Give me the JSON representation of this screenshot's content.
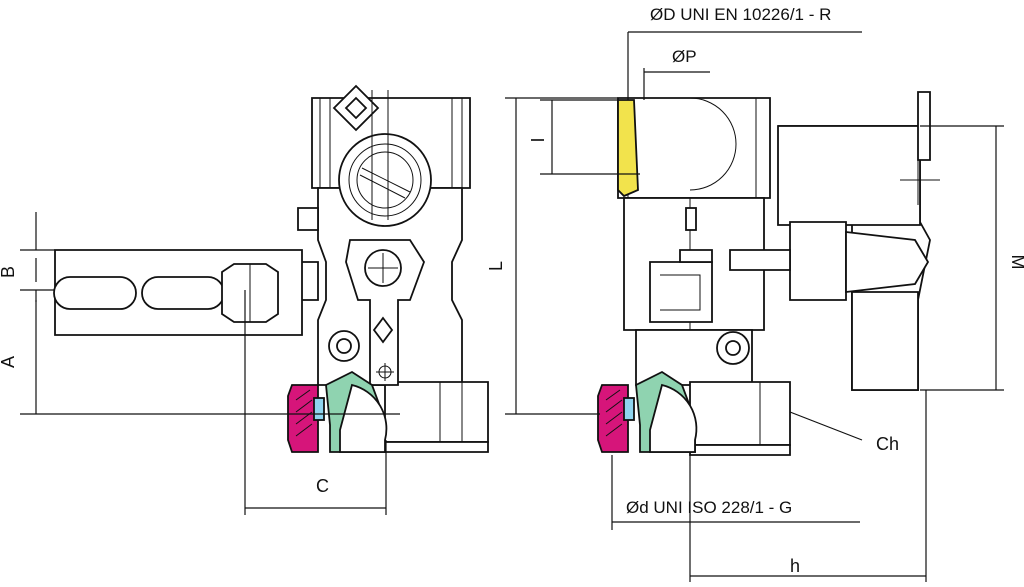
{
  "diagram": {
    "labels": {
      "D": "ØD UNI EN 10226/1 - R",
      "P": "ØP",
      "d": "Ød UNI ISO 228/1 - G",
      "A": "A",
      "B": "B",
      "C": "C",
      "L": "L",
      "I": "I",
      "M": "M",
      "h": "h",
      "Ch": "Ch"
    },
    "colors": {
      "seal_magenta": "#d6157a",
      "gasket_green": "#8fd3b0",
      "thread_yellow": "#f2e34c",
      "oring_blue": "#8fd4ee",
      "line": "#111111"
    }
  }
}
